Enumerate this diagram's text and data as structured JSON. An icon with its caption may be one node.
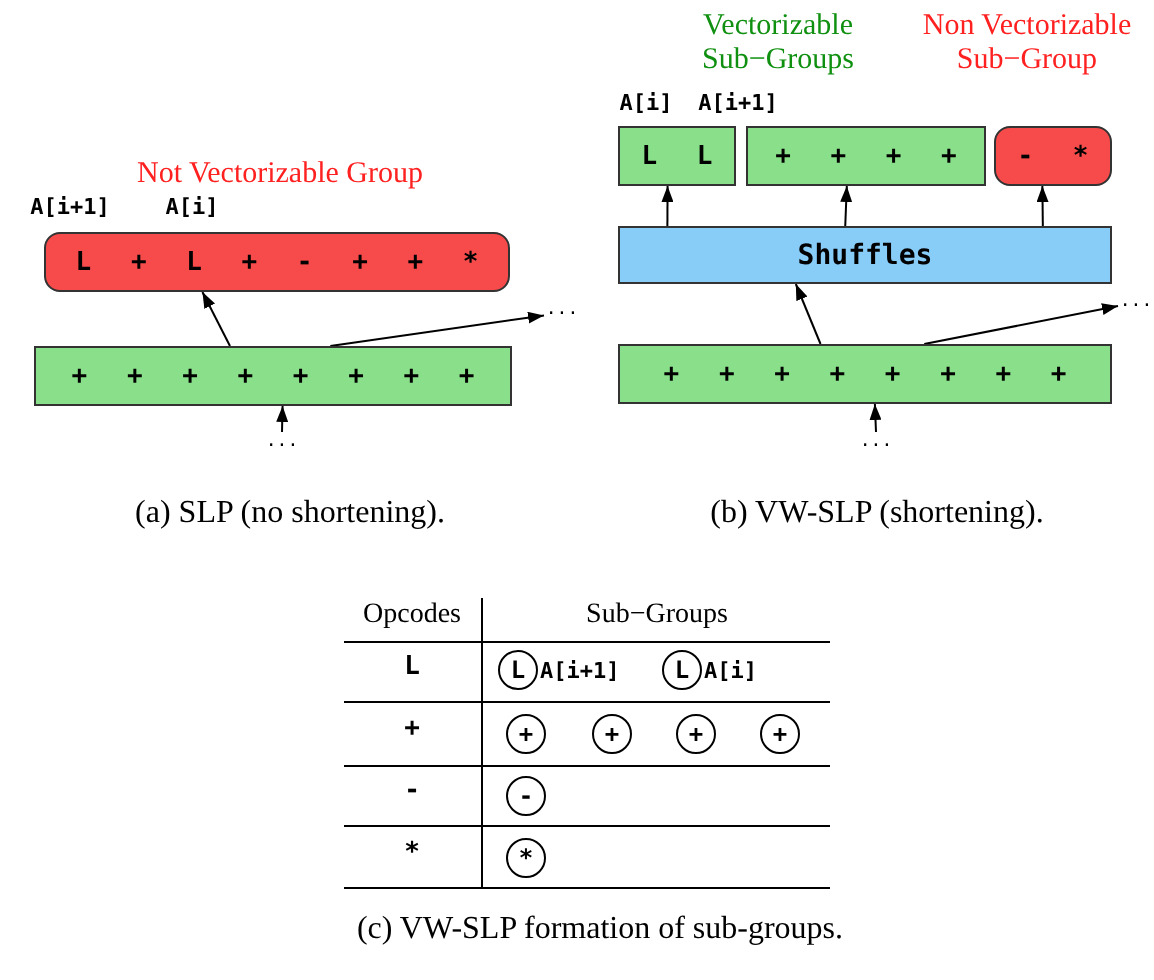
{
  "diagram": {
    "nodes": [
      {
        "text": [
          "L + L + - + + *"
        ]
      },
      {
        "text": [
          "+ + + + + + + +"
        ]
      },
      {
        "text": [
          "..."
        ]
      },
      {
        "text": [
          "..."
        ]
      },
      {
        "text": [
          "L L"
        ]
      },
      {
        "text": [
          "+ + + +"
        ]
      },
      {
        "text": [
          "- *"
        ]
      },
      {
        "text": [
          "Shuffles"
        ]
      },
      {
        "text": [
          "+ + + + + + + +"
        ]
      },
      {
        "text": [
          "..."
        ]
      },
      {
        "text": [
          "..."
        ]
      },
      {
        "text": [
          "L"
        ],
        "beside": [
          "A[i+1]"
        ]
      },
      {
        "text": [
          "L"
        ],
        "beside": [
          "A[i]"
        ]
      },
      {
        "text": [
          "+"
        ]
      },
      {
        "text": [
          "+"
        ]
      },
      {
        "text": [
          "+"
        ]
      },
      {
        "text": [
          "+"
        ]
      },
      {
        "text": [
          "-"
        ]
      },
      {
        "text": [
          "*"
        ]
      }
    ],
    "edges": [
      {
        "from": 1,
        "to": 0,
        "arrow": "to"
      },
      {
        "from": 1,
        "to": 2,
        "arrow": "to"
      },
      {
        "from": 3,
        "to": 1,
        "arrow": "to"
      },
      {
        "from": 7,
        "to": 4,
        "arrow": "to"
      },
      {
        "from": 7,
        "to": 5,
        "arrow": "to"
      },
      {
        "from": 7,
        "to": 6,
        "arrow": "to"
      },
      {
        "from": 8,
        "to": 7,
        "arrow": "to"
      },
      {
        "from": 8,
        "to": 9,
        "arrow": "to"
      },
      {
        "from": 10,
        "to": 8,
        "arrow": "to"
      }
    ],
    "labels": [
      "Not Vectorizable Group",
      "A[i+1]",
      "A[i]",
      "Vectorizable Sub−Groups",
      "Non Vectorizable Sub−Group",
      "A[i]",
      "A[i+1]",
      "(a) SLP (no shortening).",
      "(b) VW-SLP (shortening).",
      "Opcodes",
      "Sub−Groups",
      "L",
      "+",
      "-",
      "*",
      "(c) VW-SLP formation of sub-groups."
    ]
  }
}
